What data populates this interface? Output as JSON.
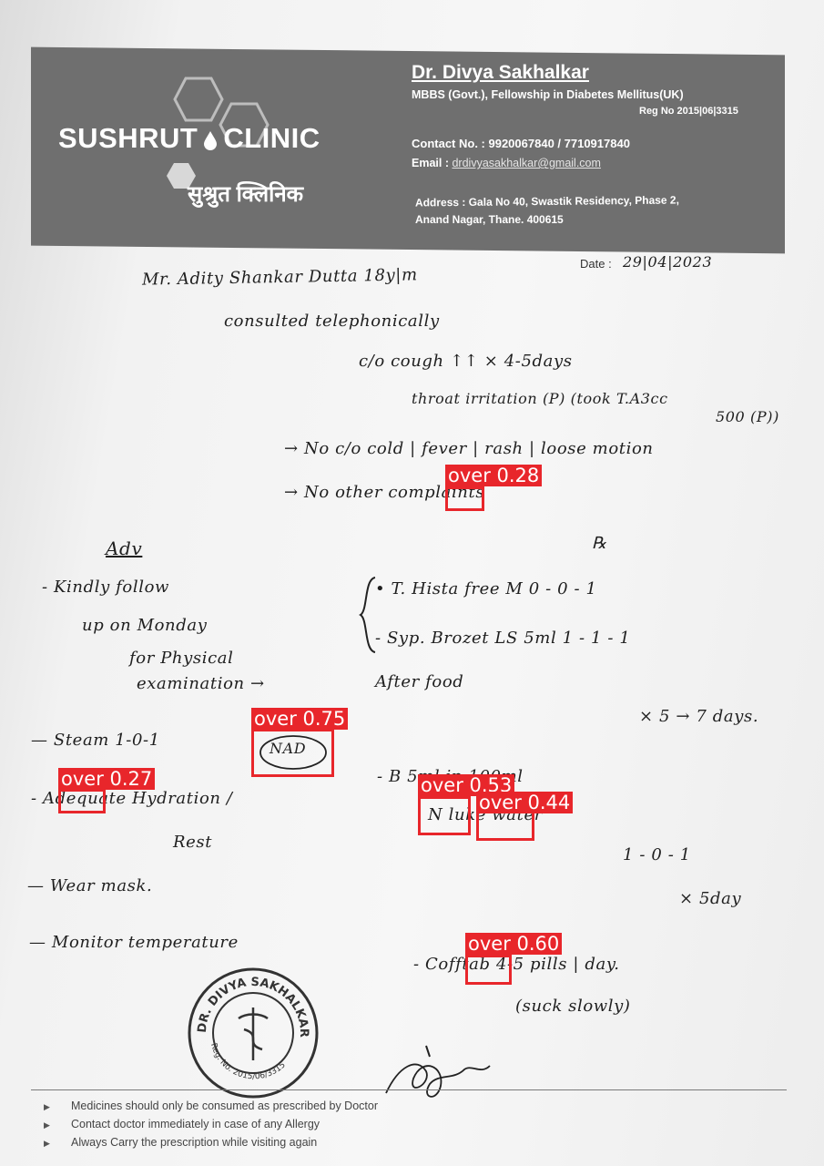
{
  "header": {
    "clinic_name_left": "SUSHRUT",
    "clinic_name_right": "CLINIC",
    "clinic_name_local": "सुश्रुत क्लिनिक",
    "doctor_name": "Dr. Divya Sakhalkar",
    "qualification": "MBBS (Govt.), Fellowship in Diabetes Mellitus(UK)",
    "reg_no": "Reg No 2015|06|3315",
    "contact": "Contact No. : 9920067840 / 7710917840",
    "email_label": "Email :",
    "email": "drdivyasakhalkar@gmail.com",
    "address_line1": "Address : Gala No 40, Swastik Residency, Phase 2,",
    "address_line2": "Anand Nagar, Thane. 400615"
  },
  "date": {
    "label": "Date :",
    "value": "29|04|2023"
  },
  "notes": {
    "patient": "Mr. Adity Shankar Dutta  18y|m",
    "consult": "consulted telephonically",
    "complaint1": "c/o  cough ↑↑ × 4-5days",
    "complaint2": "throat irritation  (P)  (took T.A3cc",
    "complaint2b": "500 (P))",
    "neg1": "→  No c/o cold | fever | rash | loose motion",
    "neg2": "→  No other complaints",
    "rx_symbol": "℞",
    "adv_heading": "Adv",
    "adv1a": "- Kindly follow",
    "adv1b": "up on Monday",
    "adv1c": "for Physical",
    "adv1d": "examination →",
    "adv2": "— Steam 1-0-1",
    "adv3": "- Adequate Hydration /",
    "adv3b": "Rest",
    "adv4": "— Wear mask.",
    "adv5": "— Monitor temperature",
    "rx1": "• T. Hista free  M  0 - 0 - 1",
    "rx2": "- Syp. Brozet LS  5ml  1 - 1 - 1",
    "rx_after": "After food",
    "rx_days1": "× 5 → 7 days.",
    "nad": "NAD",
    "rx3": "- B              5ml  in  100ml",
    "rx3b": "N   luke  water",
    "rx3c": "1 - 0 - 1",
    "rx3d": "× 5day",
    "rx4": "- Cofftab  4-5 pills | day.",
    "rx4b": "(suck slowly)"
  },
  "detections": [
    {
      "label": "over 0.28"
    },
    {
      "label": "over 0.75"
    },
    {
      "label": "over 0.27"
    },
    {
      "label": "over 0.53"
    },
    {
      "label": "over 0.44"
    },
    {
      "label": "over 0.60"
    }
  ],
  "stamp": {
    "top_text": "DR. DIVYA SAKHALKAR",
    "bottom_text": "Reg. No. 2015/06/3315"
  },
  "footer": {
    "items": [
      "Medicines should only be consumed as prescribed by Doctor",
      "Contact doctor immediately in case of any Allergy",
      "Always Carry the prescription while visiting again"
    ]
  },
  "colors": {
    "banner": "#6f6f6f",
    "detection": "#e8262b",
    "ink": "#1f1f1f"
  }
}
